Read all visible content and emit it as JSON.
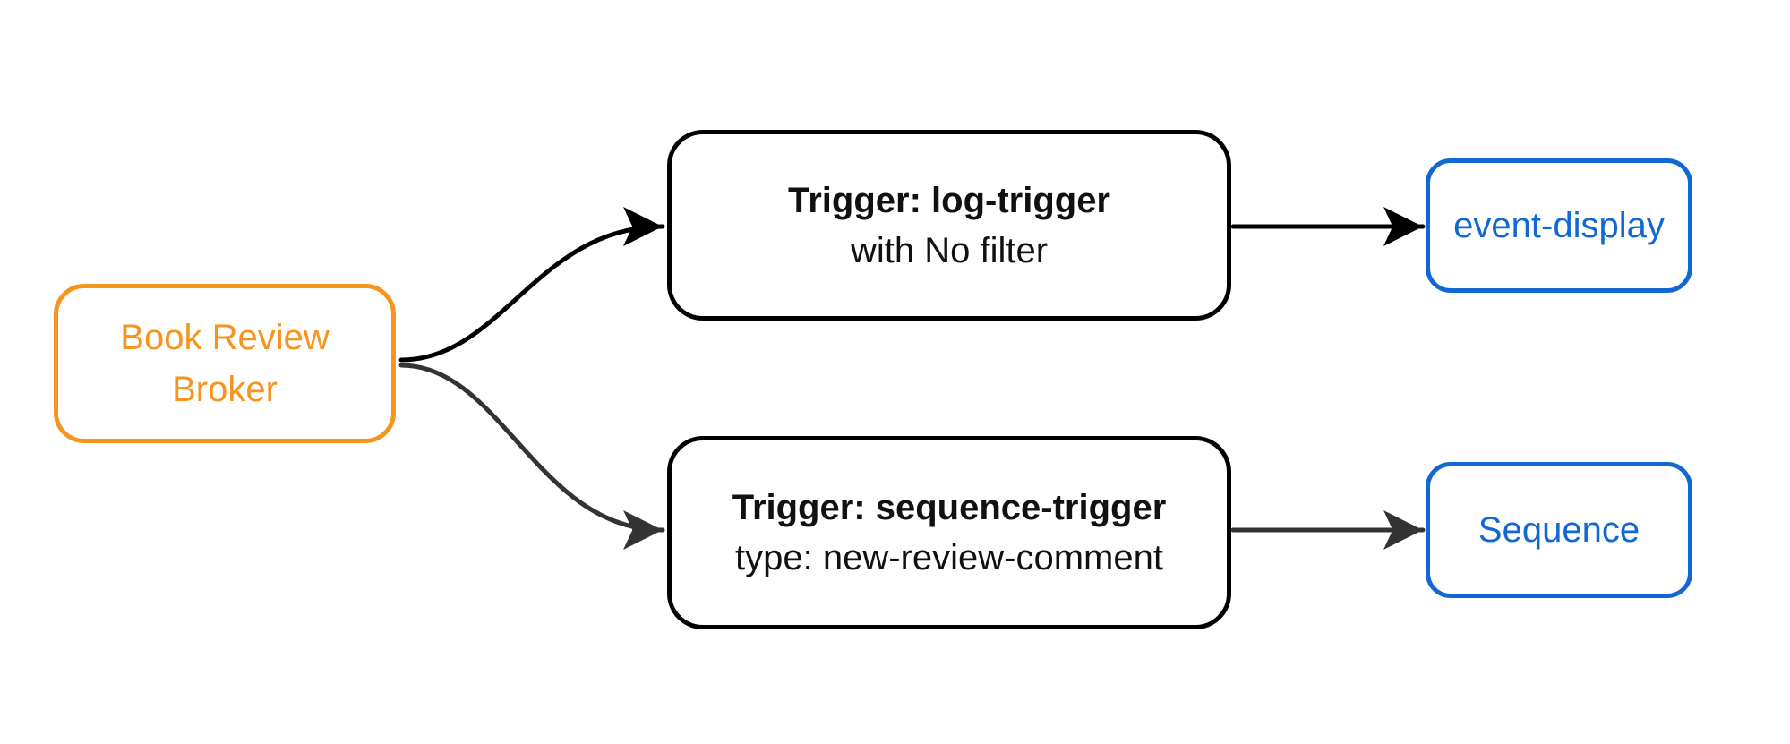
{
  "colors": {
    "background": "#FFFFFF",
    "orange": "#F7941E",
    "blue": "#1168D3",
    "edge-dark": "#000000",
    "edge-gray": "#333333",
    "node-text": "#111111"
  },
  "nodes": {
    "broker": {
      "line1": "Book Review",
      "line2": "Broker"
    },
    "trigger_log": {
      "title": "Trigger: log-trigger",
      "subtitle": "with No filter"
    },
    "trigger_sequence": {
      "title": "Trigger: sequence-trigger",
      "subtitle": "type: new-review-comment"
    },
    "event_display": {
      "label": "event-display"
    },
    "sequence": {
      "label": "Sequence"
    }
  },
  "edges": [
    {
      "from": "broker",
      "to": "trigger_log",
      "color": "#000000",
      "style": "curved"
    },
    {
      "from": "broker",
      "to": "trigger_sequence",
      "color": "#333333",
      "style": "curved"
    },
    {
      "from": "trigger_log",
      "to": "event_display",
      "color": "#000000",
      "style": "straight"
    },
    {
      "from": "trigger_sequence",
      "to": "sequence",
      "color": "#333333",
      "style": "straight"
    }
  ]
}
